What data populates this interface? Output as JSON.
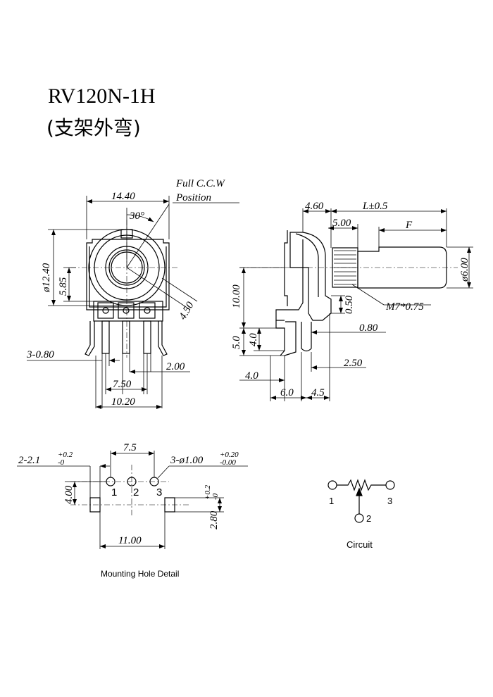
{
  "title": "RV120N-1H",
  "subtitle": "(支架外弯)",
  "front_view": {
    "full_ccw_line1": "Full C.C.W",
    "full_ccw_line2": "Position",
    "width": "14.40",
    "angle": "30°",
    "diameter": "ø12.40",
    "height_center": "5.85",
    "offset": "4.50",
    "pin_width": "3-0.80",
    "pin_pitch": "2.00",
    "pin_span": "7.50",
    "bracket_width": "10.20"
  },
  "side_view": {
    "bushing_depth": "4.60",
    "shaft_length": "L±0.5",
    "thread_length": "5.00",
    "flat_length": "F",
    "shaft_diameter": "ø6.00",
    "center_height": "10.00",
    "thread": "M7*0.75",
    "gap": "0.50",
    "pin_thickness": "0.80",
    "pin_height": "5.0",
    "pin_inner": "4.0",
    "pin_offset_small": "2.50",
    "pin_offset_large": "4.0",
    "foot_width": "6.0",
    "foot_gap": "4.5"
  },
  "mounting": {
    "caption": "Mounting Hole Detail",
    "pitch": "7.5",
    "slot_label": "2-2.1",
    "slot_tol_upper": "+0.2",
    "slot_tol_lower": "-0",
    "hole_label": "3-ø1.00",
    "hole_tol_upper": "+0.20",
    "hole_tol_lower": "-0.00",
    "row_offset": "4.00",
    "slot_height": "2.80",
    "slot_h_tol_upper": "+0.2",
    "slot_h_tol_lower": "-0",
    "span": "11.00",
    "pin1": "1",
    "pin2": "2",
    "pin3": "3"
  },
  "circuit": {
    "caption": "Circuit",
    "pin1": "1",
    "pin2": "2",
    "pin3": "3"
  }
}
